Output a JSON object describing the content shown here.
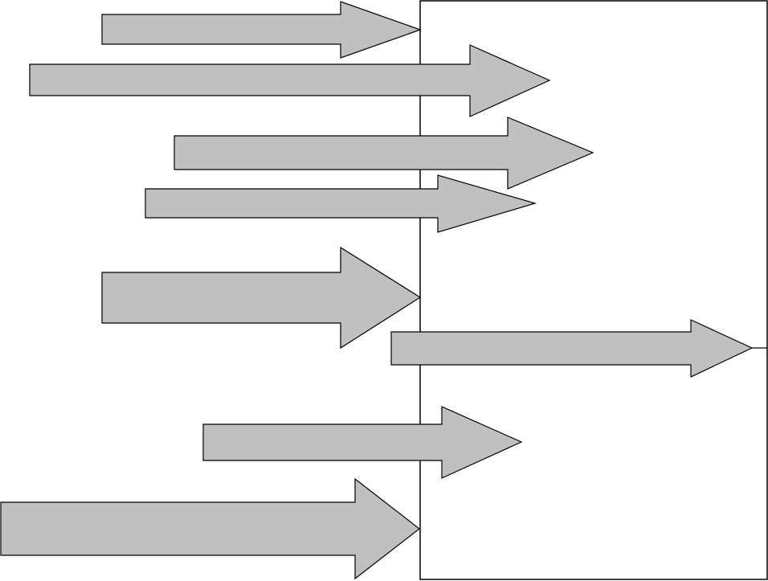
{
  "diagram": {
    "type": "arrow-diagram",
    "colors": {
      "background": "#ffffff",
      "arrow_fill": "#c0c0c0",
      "stroke": "#000000",
      "box_fill": "#ffffff"
    },
    "box": {
      "name": "target-box",
      "label": ""
    },
    "arrows": [
      {
        "name": "arrow-1",
        "direction": "right",
        "label": ""
      },
      {
        "name": "arrow-2",
        "direction": "right",
        "label": ""
      },
      {
        "name": "arrow-3",
        "direction": "right",
        "label": ""
      },
      {
        "name": "arrow-4",
        "direction": "right",
        "label": ""
      },
      {
        "name": "arrow-5",
        "direction": "right",
        "label": ""
      },
      {
        "name": "arrow-6",
        "direction": "right",
        "label": ""
      },
      {
        "name": "arrow-7",
        "direction": "right",
        "label": ""
      },
      {
        "name": "arrow-8",
        "direction": "right",
        "label": ""
      }
    ]
  }
}
